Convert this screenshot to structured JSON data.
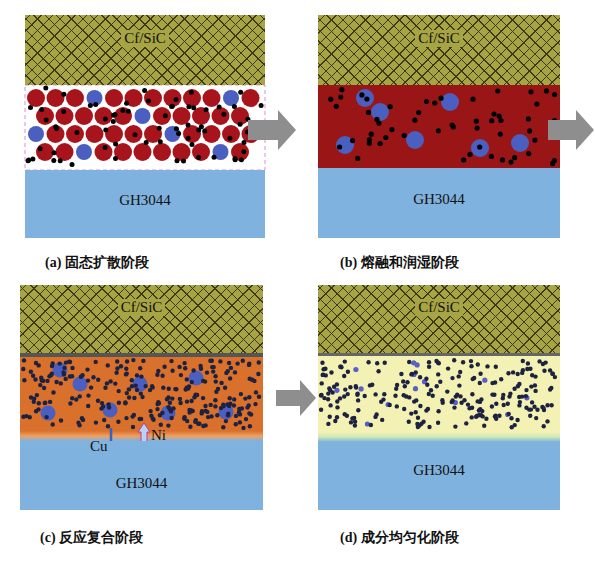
{
  "diagram": {
    "nodes": [
      {
        "text": [
          "Cf/SiC"
        ]
      },
      {
        "text": [
          "GH3044"
        ]
      },
      {
        "text": [
          "Cf/SiC"
        ]
      },
      {
        "text": [
          "GH3044"
        ]
      },
      {
        "text": [
          "Cf/SiC"
        ]
      },
      {
        "text": [
          "GH3044"
        ]
      },
      {
        "text": [
          "Cf/SiC"
        ]
      },
      {
        "text": [
          "GH3044"
        ]
      }
    ],
    "labels": [
      "(a) 固态扩散阶段",
      "(b) 熔融和润湿阶段",
      "(c) 反应复合阶段",
      "(d) 成分均匀化阶段",
      "Cu",
      "Ni"
    ]
  }
}
